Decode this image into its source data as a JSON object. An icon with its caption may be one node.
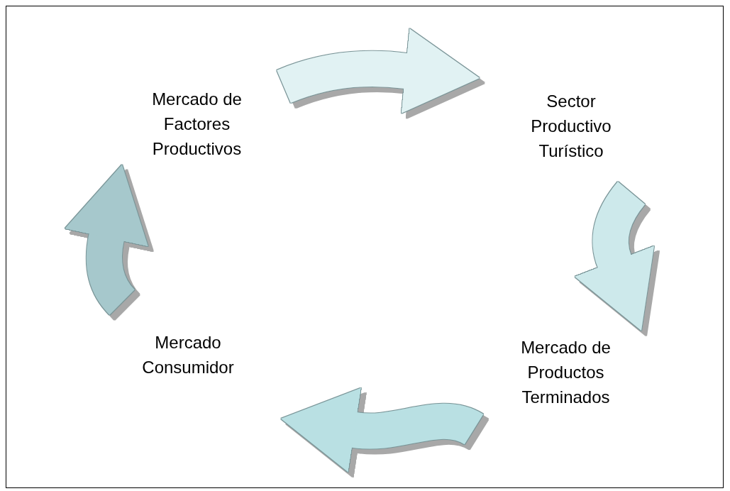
{
  "diagram": {
    "nodes": [
      {
        "text": [
          "Mercado de Factores Productivos"
        ]
      },
      {
        "text": [
          "Sector Productivo Turístico"
        ]
      },
      {
        "text": [
          "Mercado de Productos Terminados"
        ]
      },
      {
        "text": [
          "Mercado Consumidor"
        ]
      }
    ],
    "edges": [
      {
        "from": 0,
        "to": 1,
        "arrow": "to",
        "color": "#e1f2f3"
      },
      {
        "from": 1,
        "to": 2,
        "arrow": "to",
        "color": "#cde9eb"
      },
      {
        "from": 2,
        "to": 3,
        "arrow": "to",
        "color": "#b9e0e3"
      },
      {
        "from": 3,
        "to": 0,
        "arrow": "to",
        "color": "#a6c8cc"
      }
    ]
  }
}
